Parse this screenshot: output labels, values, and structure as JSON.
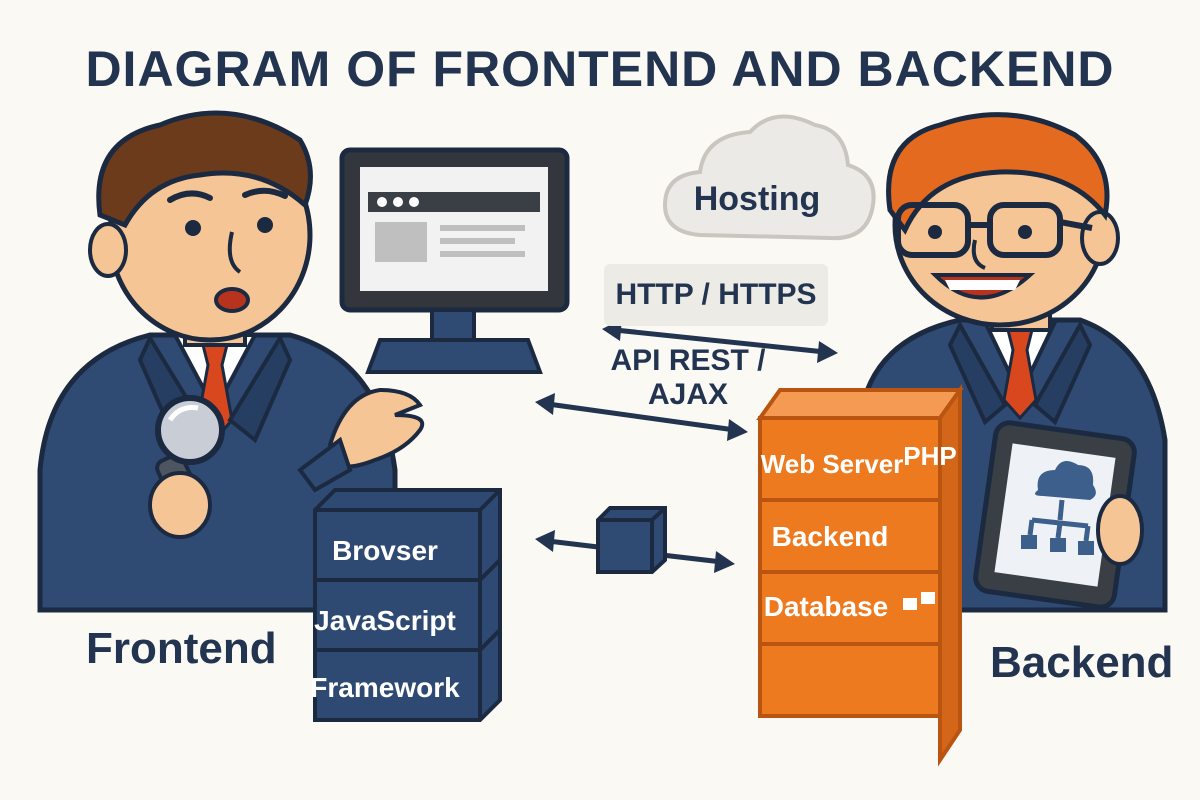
{
  "title": "DIAGRAM OF FRONTEND AND BACKEND",
  "labels": {
    "frontend": "Frontend",
    "backend": "Backend"
  },
  "cloud": {
    "label": "Hosting"
  },
  "protocol": {
    "label": "HTTP / HTTPS"
  },
  "api": {
    "line1": "API REST /",
    "line2": "AJAX"
  },
  "frontend_stack": [
    "Brovser",
    "JavaScript",
    "Framework"
  ],
  "backend_stack": {
    "web_server": "Web Server",
    "php": "PHP",
    "backend": "Backend",
    "database": "Database"
  },
  "colors": {
    "navy": "#22344f",
    "frontend_block": "#2e4a72",
    "backend_block": "#ee7a1f",
    "suit": "#2f4a73",
    "tie": "#d9471e",
    "skin": "#f6c596",
    "hair_frontend": "#6b3b1c",
    "hair_backend": "#e36a1f",
    "cloud": "#eceae6"
  },
  "icons": [
    "magnifying-glass-icon",
    "monitor-icon",
    "cloud-icon",
    "tablet-network-icon",
    "double-arrow-icon",
    "connector-cube-icon"
  ]
}
